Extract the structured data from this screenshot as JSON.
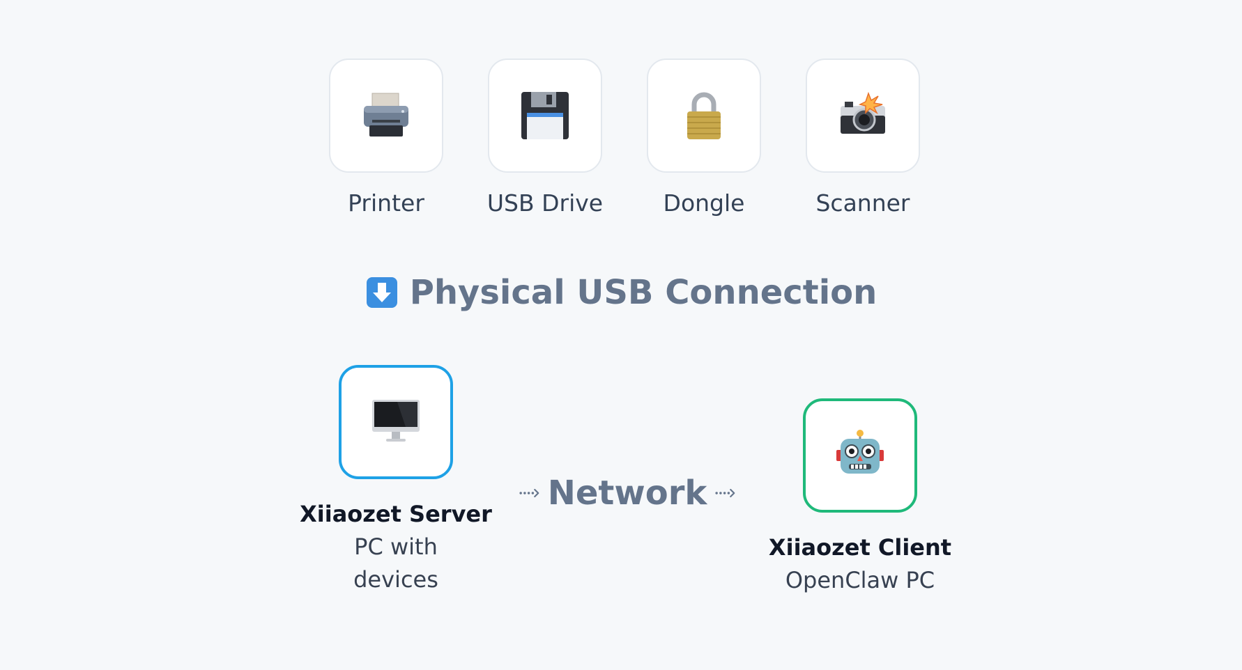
{
  "devices": [
    {
      "label": "Printer",
      "icon": "printer-icon"
    },
    {
      "label": "USB Drive",
      "icon": "floppy-disk-icon"
    },
    {
      "label": "Dongle",
      "icon": "padlock-icon"
    },
    {
      "label": "Scanner",
      "icon": "camera-flash-icon"
    }
  ],
  "connection": {
    "label": "Physical USB Connection",
    "icon": "down-arrow-icon"
  },
  "server": {
    "title": "Xiiaozet Server",
    "subtitle": "PC with devices",
    "icon": "desktop-computer-icon",
    "border_color": "#1ea1e6"
  },
  "network": {
    "label": "Network",
    "icon": "dotted-arrow-icon"
  },
  "client": {
    "title": "Xiiaozet Client",
    "subtitle": "OpenClaw PC",
    "icon": "robot-icon",
    "border_color": "#1fb97a"
  }
}
